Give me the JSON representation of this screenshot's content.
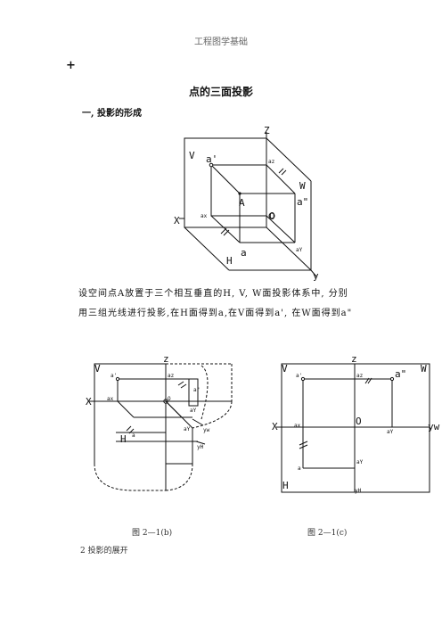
{
  "header": "工程图学基础",
  "plus": "+",
  "title": "点的三面投影",
  "section1": "一, 投影的形成",
  "para_line1": "设空间点A放置于三个相互垂直的H, V, W面投影体系中, 分别",
  "para_line2": "用三组光线进行投影,在H面得到a,在V面得到a', 在W面得到a\"",
  "caption_b": "图 2—1(b)",
  "caption_c": "图 2—1(c)",
  "section2": "2 投影的展开",
  "fig_a": {
    "Z": "Z",
    "V": "V",
    "a_prime": "a'",
    "az": "az",
    "W": "W",
    "a_dprime": "a\"",
    "A": "A",
    "X": "X",
    "ax": "ax",
    "O": "O",
    "ay": "aY",
    "a": "a",
    "H": "H",
    "Y": "y"
  },
  "fig_b": {
    "z": "z",
    "V": "V",
    "a_prime": "a'",
    "az": "az",
    "a_dprime": "a\"",
    "X": "X",
    "ax": "ax",
    "O": "O",
    "ayw": "aY",
    "ay": "aY",
    "a": "a",
    "H": "H",
    "yw": "yw",
    "yh": "yH"
  },
  "fig_c": {
    "z": "z",
    "V": "V",
    "a_prime": "a'",
    "az": "az",
    "a_dprime": "a\"",
    "W": "W",
    "X": "X",
    "ax": "ax",
    "O": "O",
    "ayw": "aY",
    "yw": "yw",
    "a": "a",
    "ay": "aY",
    "H": "H",
    "yh": "yH"
  }
}
